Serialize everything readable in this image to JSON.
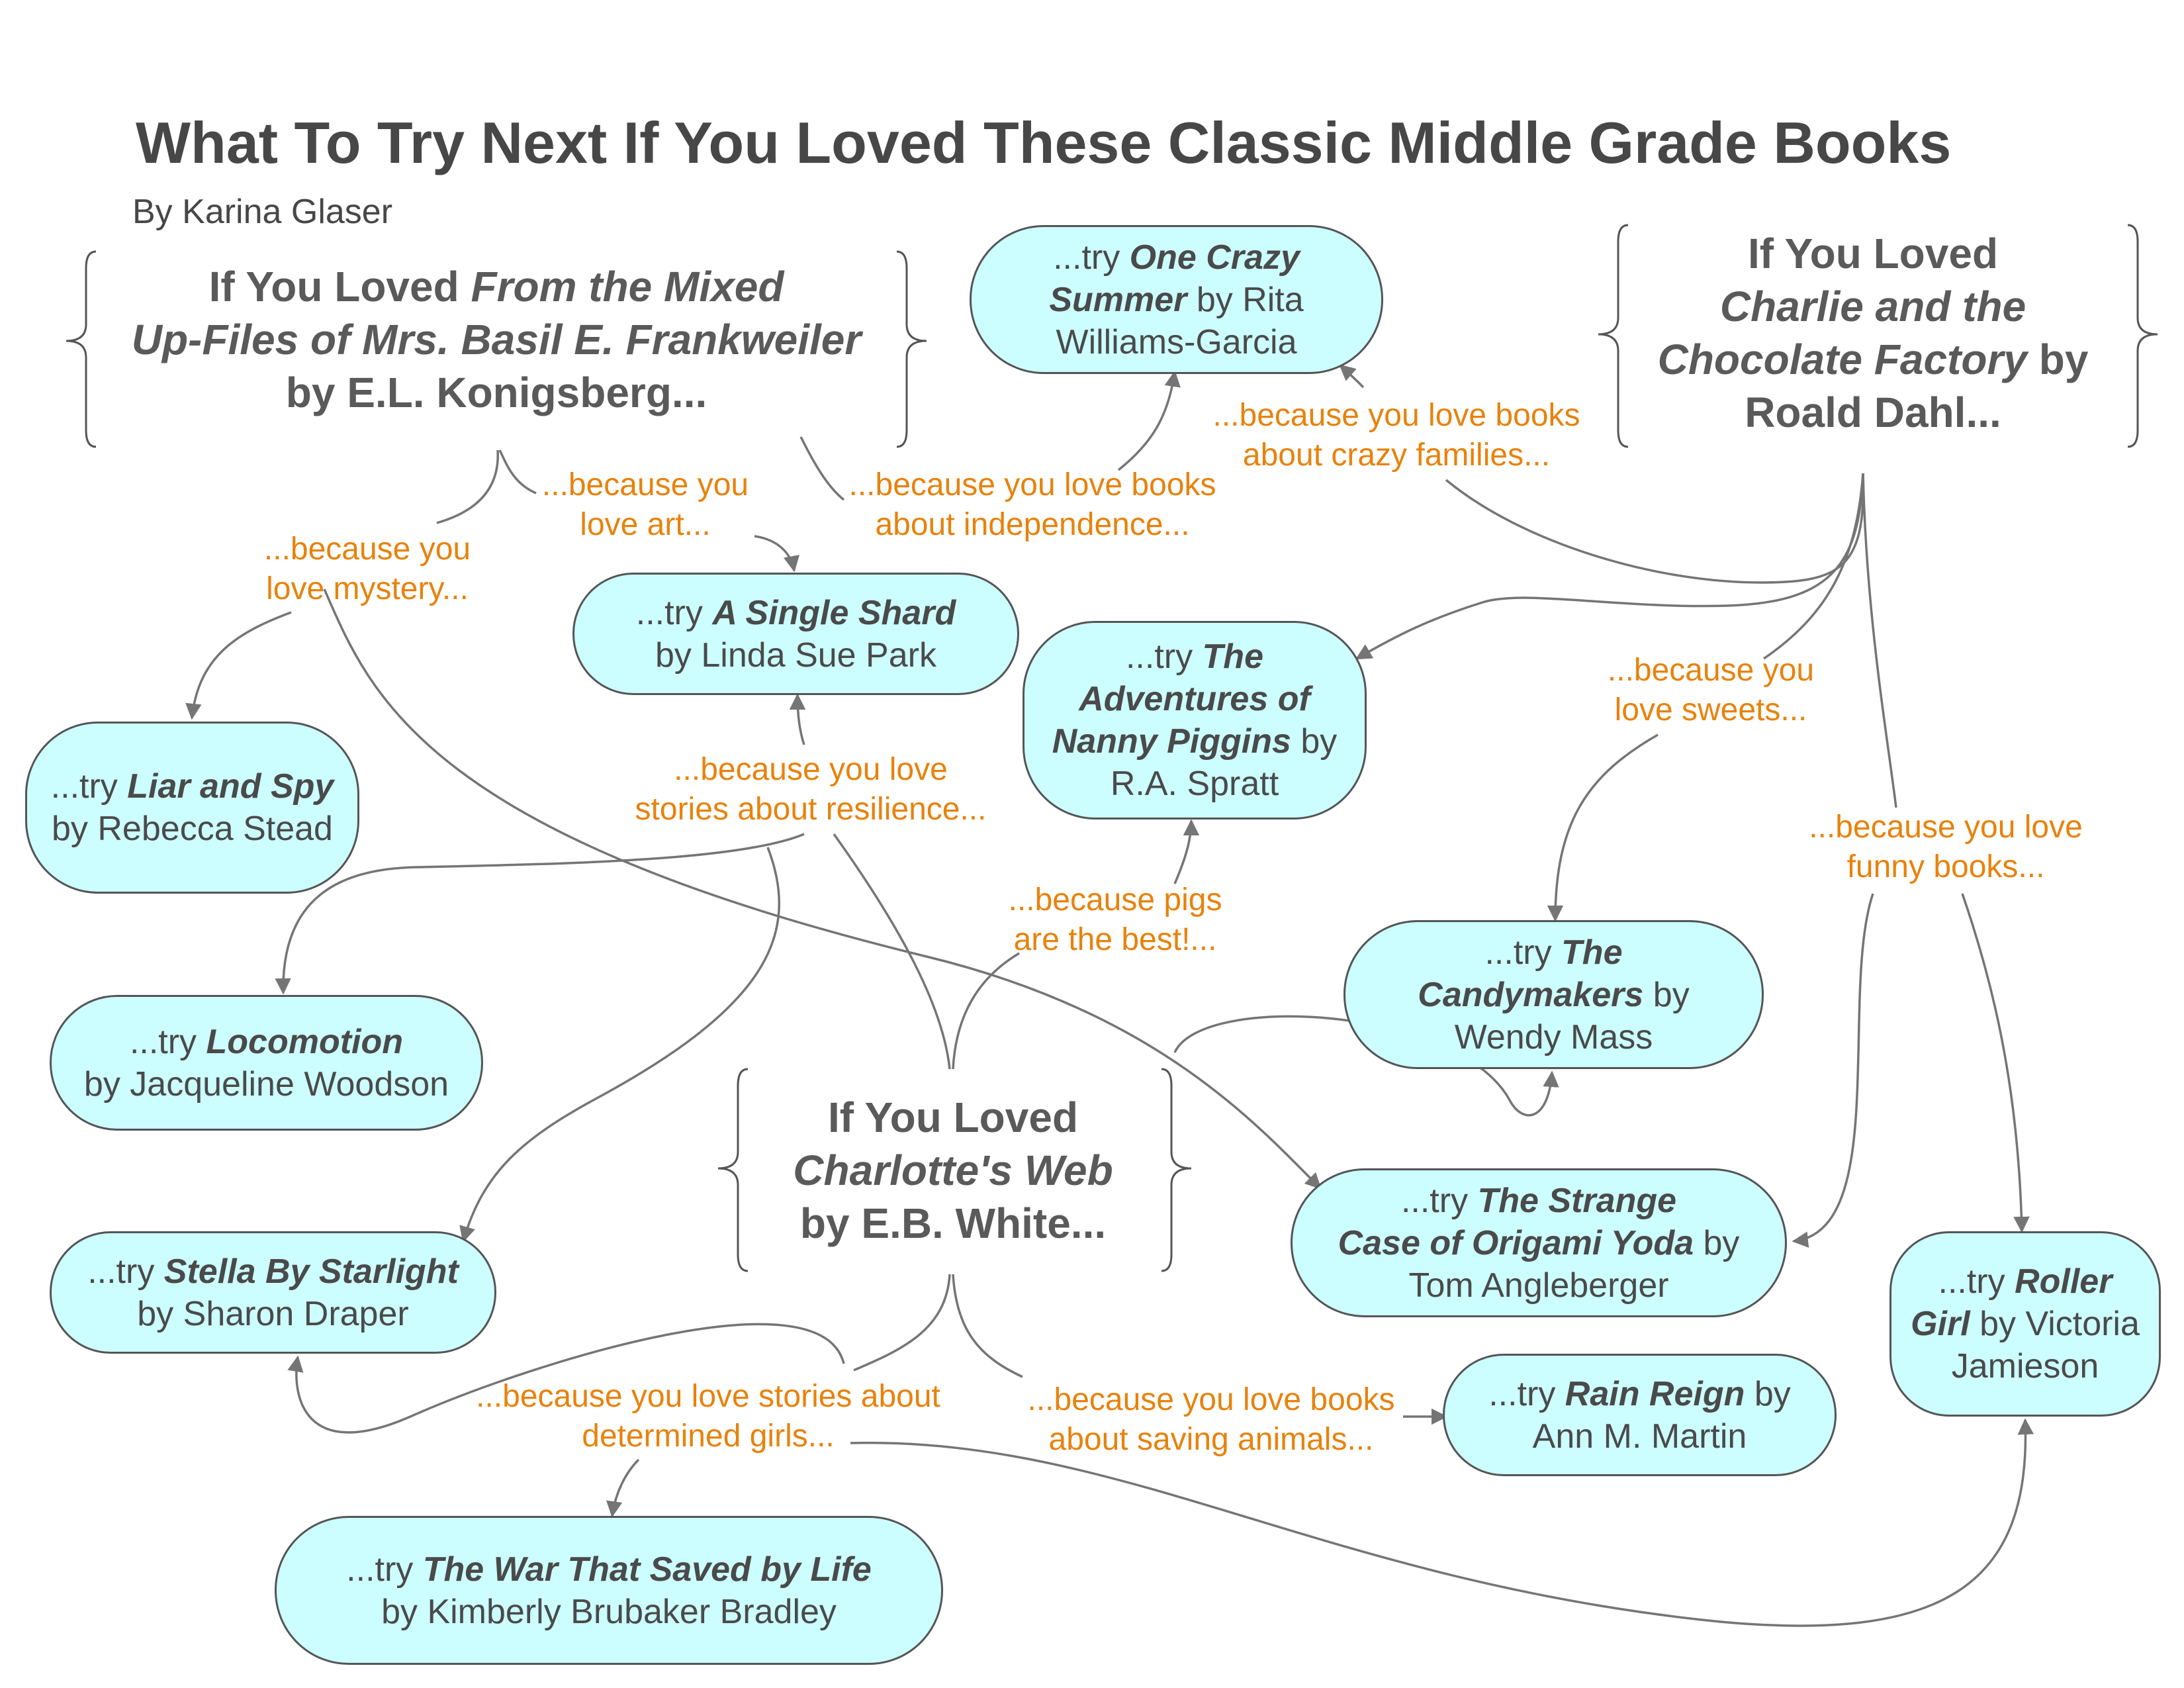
{
  "header": {
    "title": "What To Try Next If You Loved These Classic Middle Grade Books",
    "author": "By Karina Glaser"
  },
  "sources": {
    "mixed_up": {
      "prefix": "If You Loved ",
      "title_a": "From the Mixed",
      "title_b": "Up-Files of Mrs. Basil E. Frankweiler",
      "suffix": "by E.L. Konigsberg..."
    },
    "charlie": {
      "prefix": "If You Loved",
      "title_a": "Charlie and the",
      "title_b": "Chocolate Factory",
      "suffix_a": " by",
      "suffix_b": "Roald Dahl..."
    },
    "charlotte": {
      "prefix": "If You Loved",
      "title": "Charlotte's Web",
      "suffix": "by E.B. White..."
    }
  },
  "books": {
    "one_crazy_summer": {
      "pre": "...try ",
      "title_a": "One Crazy",
      "title_b": "Summer",
      "by_a": " by Rita",
      "by_b": "Williams-Garcia"
    },
    "single_shard": {
      "pre": "...try ",
      "title": "A Single Shard",
      "by": "by Linda Sue Park"
    },
    "nanny_piggins": {
      "pre": "...try ",
      "title_a": "The",
      "title_b": "Adventures of",
      "title_c": "Nanny Piggins",
      "by_a": " by",
      "by_b": "R.A. Spratt"
    },
    "liar_and_spy": {
      "pre": "...try ",
      "title": "Liar and Spy",
      "by": "by Rebecca Stead"
    },
    "candymakers": {
      "pre": "...try ",
      "title_a": "The",
      "title_b": "Candymakers",
      "by_a": " by",
      "by_b": "Wendy Mass"
    },
    "locomotion": {
      "pre": "...try ",
      "title": "Locomotion",
      "by": "by Jacqueline Woodson"
    },
    "origami_yoda": {
      "pre": "...try ",
      "title_a": "The Strange",
      "title_b": "Case of Origami Yoda",
      "by_a": " by",
      "by_b": "Tom Angleberger"
    },
    "stella": {
      "pre": "...try ",
      "title": "Stella By Starlight",
      "by": "by Sharon Draper"
    },
    "roller_girl": {
      "pre": "...try ",
      "title_a": "Roller",
      "title_b": "Girl",
      "by_a": " by Victoria",
      "by_b": "Jamieson"
    },
    "rain_reign": {
      "pre": "...try ",
      "title": "Rain Reign",
      "by_a": " by",
      "by_b": "Ann M. Martin"
    },
    "war_saved": {
      "pre": "...try ",
      "title": "The War That Saved by Life",
      "by": "by Kimberly Brubaker Bradley"
    }
  },
  "reasons": {
    "art": {
      "a": "...because you",
      "b": "love art..."
    },
    "mystery": {
      "a": "...because you",
      "b": "love mystery..."
    },
    "independence": {
      "a": "...because you love books",
      "b": "about independence..."
    },
    "crazy_families": {
      "a": "...because you love books",
      "b": "about crazy families..."
    },
    "sweets": {
      "a": "...because you",
      "b": "love sweets..."
    },
    "resilience": {
      "a": "...because you love",
      "b": "stories about resilience..."
    },
    "funny": {
      "a": "...because you love",
      "b": "funny books..."
    },
    "pigs": {
      "a": "...because pigs",
      "b": "are the best!..."
    },
    "determined_girls": {
      "a": "...because you love stories about",
      "b": "determined girls..."
    },
    "saving_animals": {
      "a": "...because you love books",
      "b": "about saving animals..."
    }
  },
  "colors": {
    "node_fill": "#ccfdff",
    "reason_text": "#e8820c",
    "connector": "#757575"
  }
}
